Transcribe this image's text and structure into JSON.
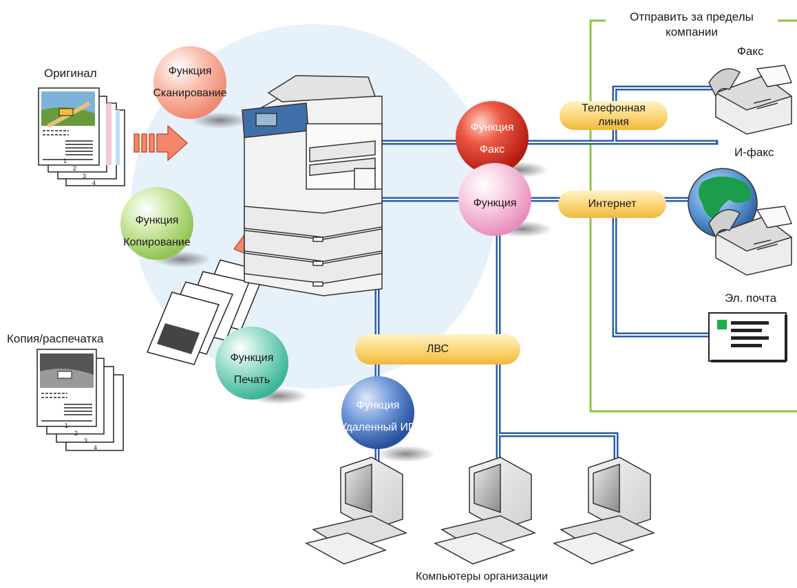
{
  "external": {
    "title_line1": "Отправить за пределы",
    "title_line2": "компании"
  },
  "devices": {
    "fax": "Факс",
    "ifax": "И-факс",
    "email": "Эл. почта"
  },
  "documents": {
    "original": "Оригинал",
    "copy_print": "Копия/распечатка",
    "page_numbers": [
      "1",
      "2",
      "3",
      "4"
    ]
  },
  "functions": {
    "scan": {
      "line1": "Функция",
      "line2": "Сканирование"
    },
    "copy": {
      "line1": "Функция",
      "line2": "Копирование"
    },
    "print": {
      "line1": "Функция",
      "line2": "Печать"
    },
    "remote_ui": {
      "line1": "Функция",
      "line2": "Удаленный ИП"
    },
    "fax": {
      "line1": "Функция",
      "line2": "Факс"
    },
    "send": {
      "line1": "Функция"
    }
  },
  "connections": {
    "phone_line1": "Телефонная",
    "phone_line2": "линия",
    "internet": "Интернет",
    "lan": "ЛВС"
  },
  "computers_caption": "Компьютеры организации",
  "colors": {
    "network_line": "#2a5caa",
    "external_border": "#8cc63f",
    "pill_fill": "#fbd16a",
    "halo": "#e6f1fa",
    "scan_sphere": "#f7a692",
    "copy_sphere": "#b6dc7c",
    "print_sphere": "#6fcdb8",
    "remote_sphere": "#3d6ab8",
    "fax_sphere": "#d9261c",
    "send_sphere": "#f6b6d4",
    "arrow": "#f3866b"
  }
}
